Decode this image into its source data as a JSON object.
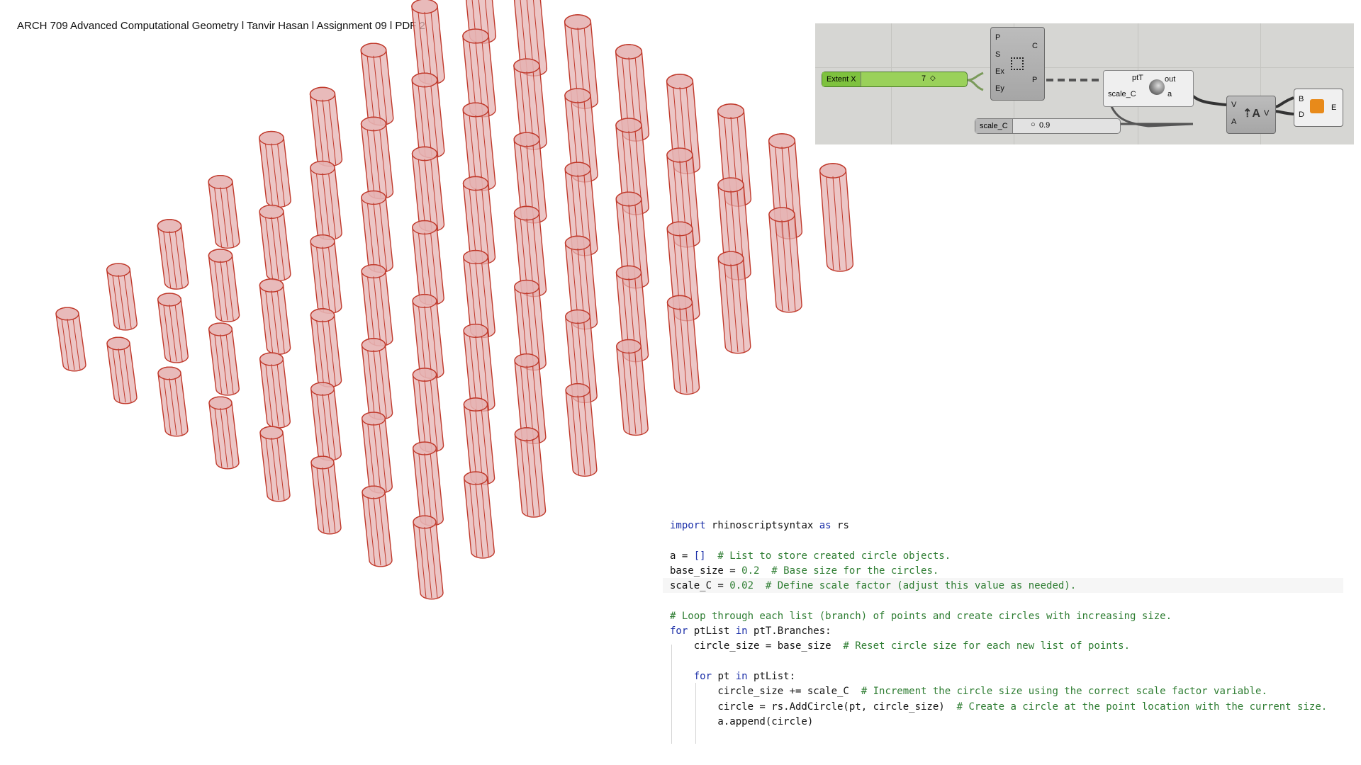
{
  "header": {
    "title": "ARCH 709 Advanced Computational Geometry l Tanvir Hasan l Assignment 09 l PDF 2"
  },
  "viewport": {
    "object_type": "cylinder",
    "color": "#c0392b",
    "fill": "#e6b3b3"
  },
  "grasshopper": {
    "slider_extent": {
      "label": "Extent X",
      "value": "7"
    },
    "rect_component": {
      "inputs": [
        "P",
        "S",
        "Ex",
        "Ey"
      ],
      "outputs": [
        "C",
        "P"
      ]
    },
    "python_component": {
      "inputs": [
        "ptT",
        "scale_C"
      ],
      "outputs": [
        "out",
        "a"
      ]
    },
    "slider_scale": {
      "label": "scale_C",
      "value": "0.9"
    },
    "vector_component": {
      "inputs": [
        "V",
        "A"
      ],
      "outputs": [
        "V"
      ]
    },
    "extrude_component": {
      "inputs": [
        "B",
        "D"
      ],
      "outputs": [
        "E"
      ]
    }
  },
  "code": {
    "lines": [
      [
        {
          "t": "import",
          "c": "kw"
        },
        {
          "t": " rhinoscriptsyntax ",
          "c": ""
        },
        {
          "t": "as",
          "c": "kw"
        },
        {
          "t": " rs",
          "c": ""
        }
      ],
      [],
      [
        {
          "t": "a = ",
          "c": ""
        },
        {
          "t": "[]",
          "c": "kw"
        },
        {
          "t": "  # List to store created circle objects.",
          "c": "cm"
        }
      ],
      [
        {
          "t": "base_size = ",
          "c": ""
        },
        {
          "t": "0.2",
          "c": "num"
        },
        {
          "t": "  # Base size for the circles.",
          "c": "cm"
        }
      ],
      [
        {
          "t": "scale_C = ",
          "c": ""
        },
        {
          "t": "0.02",
          "c": "num"
        },
        {
          "t": "  # Define scale factor (adjust this value as needed).",
          "c": "cm"
        }
      ],
      [],
      [
        {
          "t": "# Loop through each list (branch) of points and create circles with increasing size.",
          "c": "cm"
        }
      ],
      [
        {
          "t": "for",
          "c": "kw"
        },
        {
          "t": " ptList ",
          "c": ""
        },
        {
          "t": "in",
          "c": "kw"
        },
        {
          "t": " ptT.Branches:",
          "c": ""
        }
      ],
      [
        {
          "t": "    circle_size = base_size",
          "c": ""
        },
        {
          "t": "  # Reset circle size for each new list of points.",
          "c": "cm"
        }
      ],
      [],
      [
        {
          "t": "    ",
          "c": ""
        },
        {
          "t": "for",
          "c": "kw"
        },
        {
          "t": " pt ",
          "c": ""
        },
        {
          "t": "in",
          "c": "kw"
        },
        {
          "t": " ptList:",
          "c": ""
        }
      ],
      [
        {
          "t": "        circle_size += scale_C",
          "c": ""
        },
        {
          "t": "  # Increment the circle size using the correct scale factor variable.",
          "c": "cm"
        }
      ],
      [
        {
          "t": "        circle = rs.AddCircle(pt, circle_size)",
          "c": ""
        },
        {
          "t": "  # Create a circle at the point location with the current size.",
          "c": "cm"
        }
      ],
      [
        {
          "t": "        a.append(circle)",
          "c": ""
        }
      ]
    ]
  }
}
